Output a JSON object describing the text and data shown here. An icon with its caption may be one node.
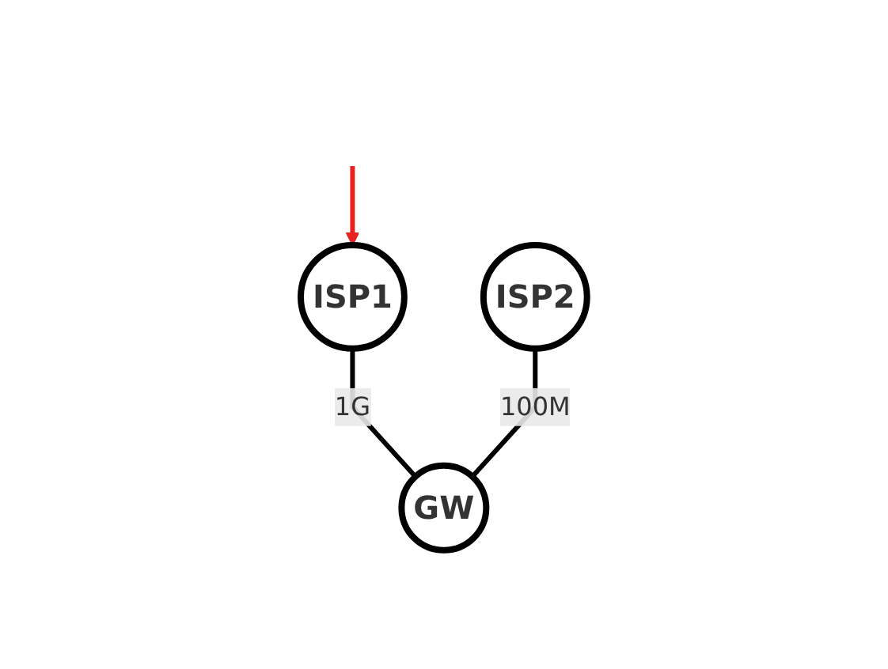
{
  "diagram": {
    "nodes": [
      {
        "text": [
          "ISP1"
        ]
      },
      {
        "text": [
          "ISP2"
        ]
      },
      {
        "text": [
          "GW"
        ]
      }
    ],
    "edges": [
      {
        "from": 0,
        "to": 2,
        "arrow": "none",
        "label": "1G"
      },
      {
        "from": 1,
        "to": 2,
        "arrow": "none",
        "label": "100M"
      },
      {
        "from": null,
        "to": 0,
        "arrow": "to",
        "color": "#e8231f"
      }
    ]
  }
}
